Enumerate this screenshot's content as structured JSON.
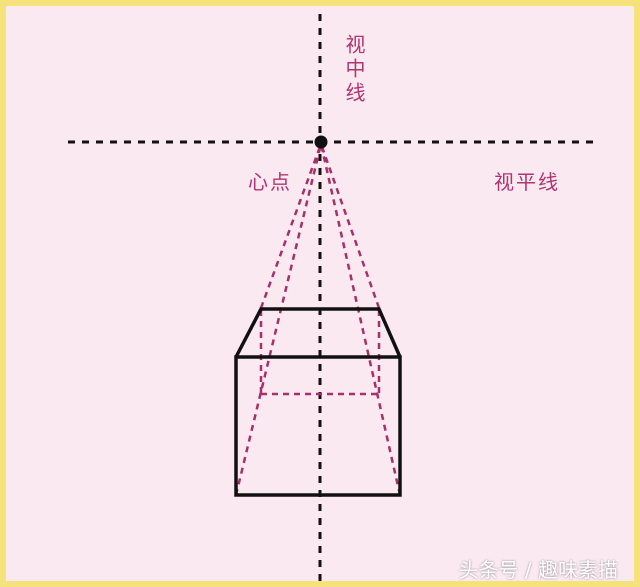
{
  "labels": {
    "vertical_line": "视中线",
    "center_point": "心点",
    "horizon_line": "视平线"
  },
  "watermark": "头条号 / 趣味素描",
  "colors": {
    "frame": "#f5e27a",
    "background": "#fbe9f1",
    "guide_lines": "#111111",
    "perspective_lines": "#a5306b",
    "label_text": "#b0346f"
  }
}
